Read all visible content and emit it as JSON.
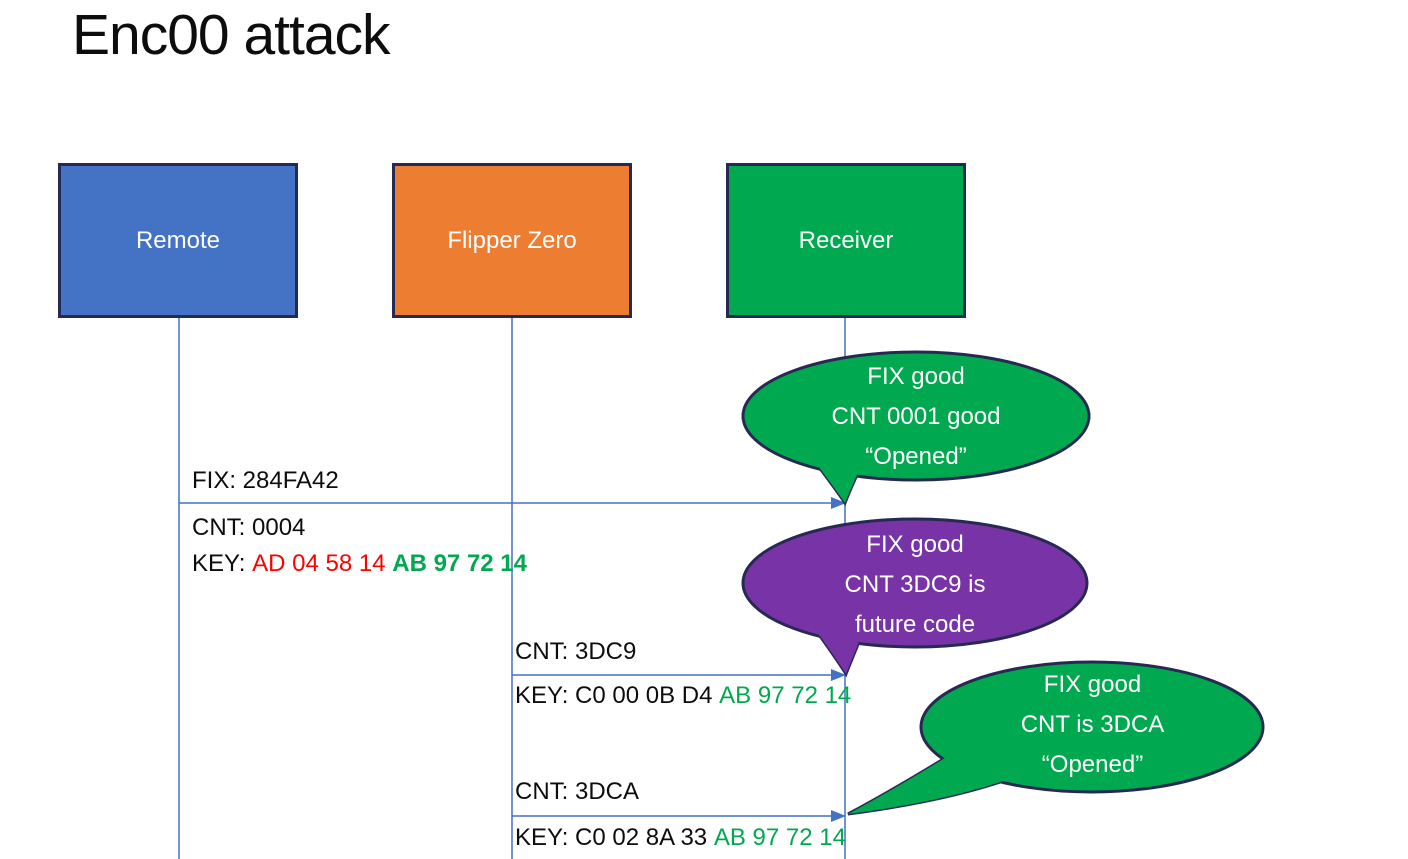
{
  "title": "Enc00 attack",
  "actors": [
    {
      "label": "Remote"
    },
    {
      "label": "Flipper Zero"
    },
    {
      "label": "Receiver"
    }
  ],
  "messages": [
    {
      "fix": "FIX: 284FA42",
      "cnt": "CNT: 0004",
      "key_prefix": "KEY:",
      "key_red": "AD 04 58 14",
      "key_green": "AB 97 72 14"
    },
    {
      "cnt": "CNT: 3DC9",
      "key_prefix": "KEY: C0 00 0B D4",
      "key_green": "AB 97 72 14"
    },
    {
      "cnt": "CNT: 3DCA",
      "key_prefix": "KEY: C0 02 8A 33",
      "key_green": "AB 97 72 14"
    }
  ],
  "bubbles": [
    {
      "color_name": "green",
      "lines": [
        "FIX good",
        "CNT 0001 good",
        "“Opened”"
      ]
    },
    {
      "color_name": "purple",
      "lines": [
        "FIX good",
        "CNT 3DC9 is",
        "future code"
      ]
    },
    {
      "color_name": "green",
      "lines": [
        "FIX good",
        "CNT is 3DCA",
        "“Opened”"
      ]
    }
  ],
  "colors": {
    "actor_blue": "#4472C4",
    "actor_orange": "#ED7D31",
    "actor_green": "#00A94F",
    "bubble_green": "#00A94F",
    "bubble_purple": "#7833A6",
    "shape_border": "#262A53",
    "connector_blue": "#4472C4",
    "key_red": "#FF0000",
    "key_green": "#00A94F",
    "text_dark": "#0D0D0D",
    "text_white": "#FFFFFF"
  }
}
